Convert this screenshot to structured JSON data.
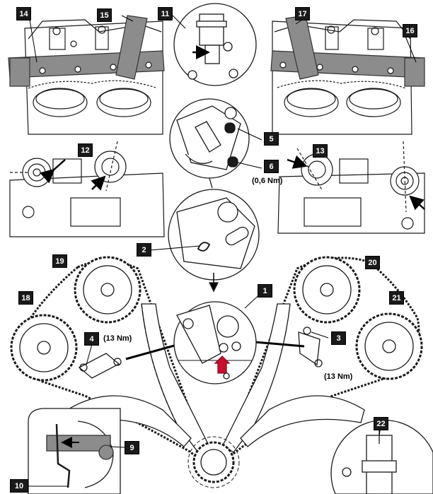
{
  "callouts": {
    "c1": "1",
    "c2": "2",
    "c3": "3",
    "c4": "4",
    "c5": "5",
    "c6": "6",
    "c9": "9",
    "c10": "10",
    "c11": "11",
    "c12": "12",
    "c13": "13",
    "c14": "14",
    "c15": "15",
    "c16": "16",
    "c17": "17",
    "c18": "18",
    "c19": "19",
    "c20": "20",
    "c21": "21",
    "c22": "22"
  },
  "torque_labels": {
    "tensioner_bolts_left": "(13 Nm)",
    "tensioner_bolts_right": "(13 Nm)",
    "bleed_screw": "(0,6 Nm)"
  },
  "colors": {
    "line": "#1a1a1a",
    "tool_gray": "#8c8c8c",
    "callout_bg": "#1a1a1a",
    "arrow_red": "#c8102e"
  }
}
